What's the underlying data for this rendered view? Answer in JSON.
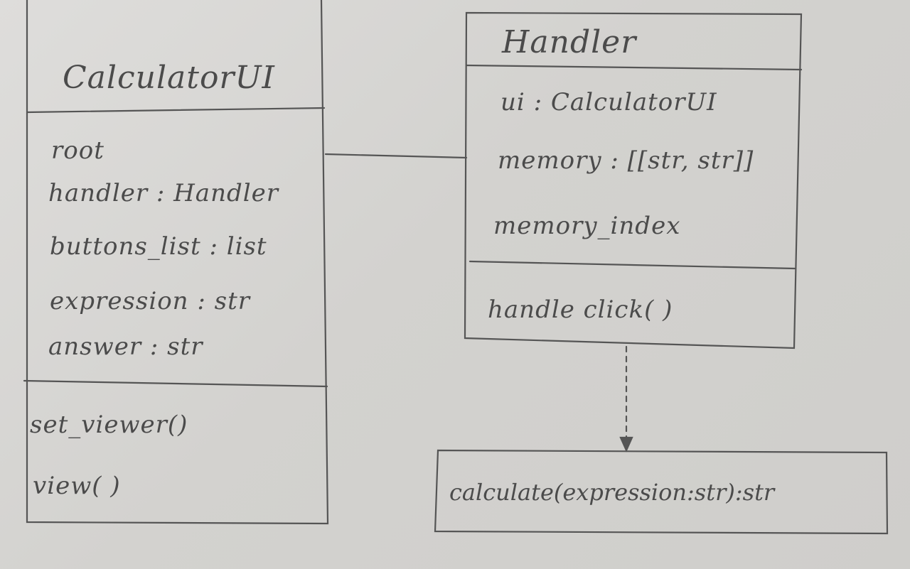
{
  "classes": {
    "calculator_ui": {
      "name": "CalculatorUI",
      "attributes": [
        "root",
        "handler : Handler",
        "buttons_list : list",
        "expression : str",
        "answer : str"
      ],
      "methods": [
        "set_viewer()",
        "view( )"
      ]
    },
    "handler": {
      "name": "Handler",
      "attributes": [
        "ui : CalculatorUI",
        "memory : [[str, str]]",
        "memory_index"
      ],
      "methods": [
        "handle click( )"
      ]
    }
  },
  "function_box": {
    "signature": "calculate(expression:str):str"
  }
}
